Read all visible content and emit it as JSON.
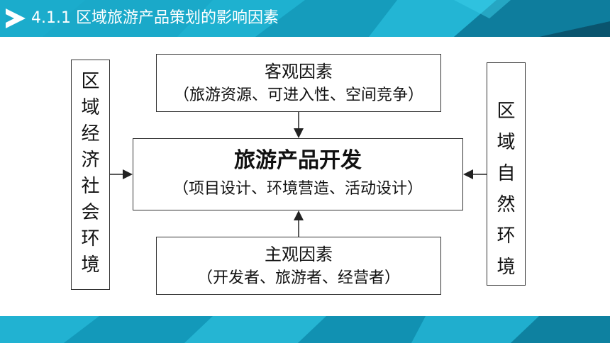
{
  "header": {
    "title": "4.1.1  区域旅游产品策划的影响因素",
    "icon": "play-icon",
    "color": "#1aa9c9"
  },
  "diagram": {
    "top_box": {
      "title": "客观因素",
      "subtitle": "（旅游资源、可进入性、空间竞争）"
    },
    "center_box": {
      "title": "旅游产品开发",
      "subtitle": "（项目设计、环境营造、活动设计）"
    },
    "bottom_box": {
      "title": "主观因素",
      "subtitle": "（开发者、旅游者、经营者）"
    },
    "left_box": {
      "title": "区域经济社会环境"
    },
    "right_box": {
      "title": "区域自然环境"
    }
  },
  "footer": {
    "color": "#16a3c4"
  }
}
